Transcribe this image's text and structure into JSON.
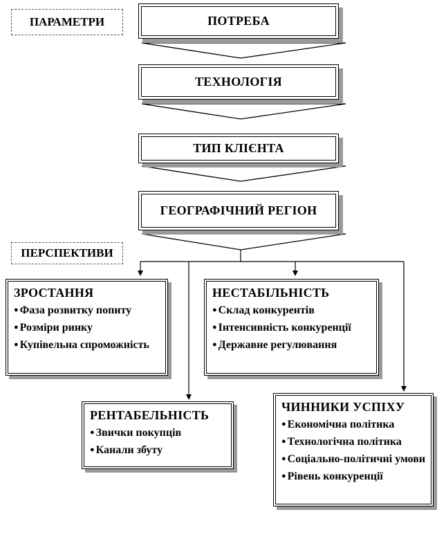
{
  "labels": {
    "parameters": "ПАРАМЕТРИ",
    "perspectives": "ПЕРСПЕКТИВИ"
  },
  "flow": [
    "ПОТРЕБА",
    "ТЕХНОЛОГІЯ",
    "ТИП  КЛІЄНТА",
    "ГЕОГРАФІЧНИЙ  РЕГІОН"
  ],
  "boxes": {
    "growth": {
      "title": "ЗРОСТАННЯ",
      "items": [
        "Фаза розвитку попиту",
        "Розміри ринку",
        "Купівельна спроможність"
      ]
    },
    "instability": {
      "title": "НЕСТАБІЛЬНІСТЬ",
      "items": [
        "Склад конкурентів",
        "Інтенсивність конкуренції",
        "Державне регулювання"
      ]
    },
    "profitability": {
      "title": "РЕНТАБЕЛЬНІСТЬ",
      "items": [
        "Звички покупців",
        "Канали збуту"
      ]
    },
    "success": {
      "title": "ЧИННИКИ УСПІХУ",
      "items": [
        "Економічна політика",
        "Технологічна політика",
        "Соціально-політичні умови",
        "Рівень конкуренції"
      ]
    }
  }
}
